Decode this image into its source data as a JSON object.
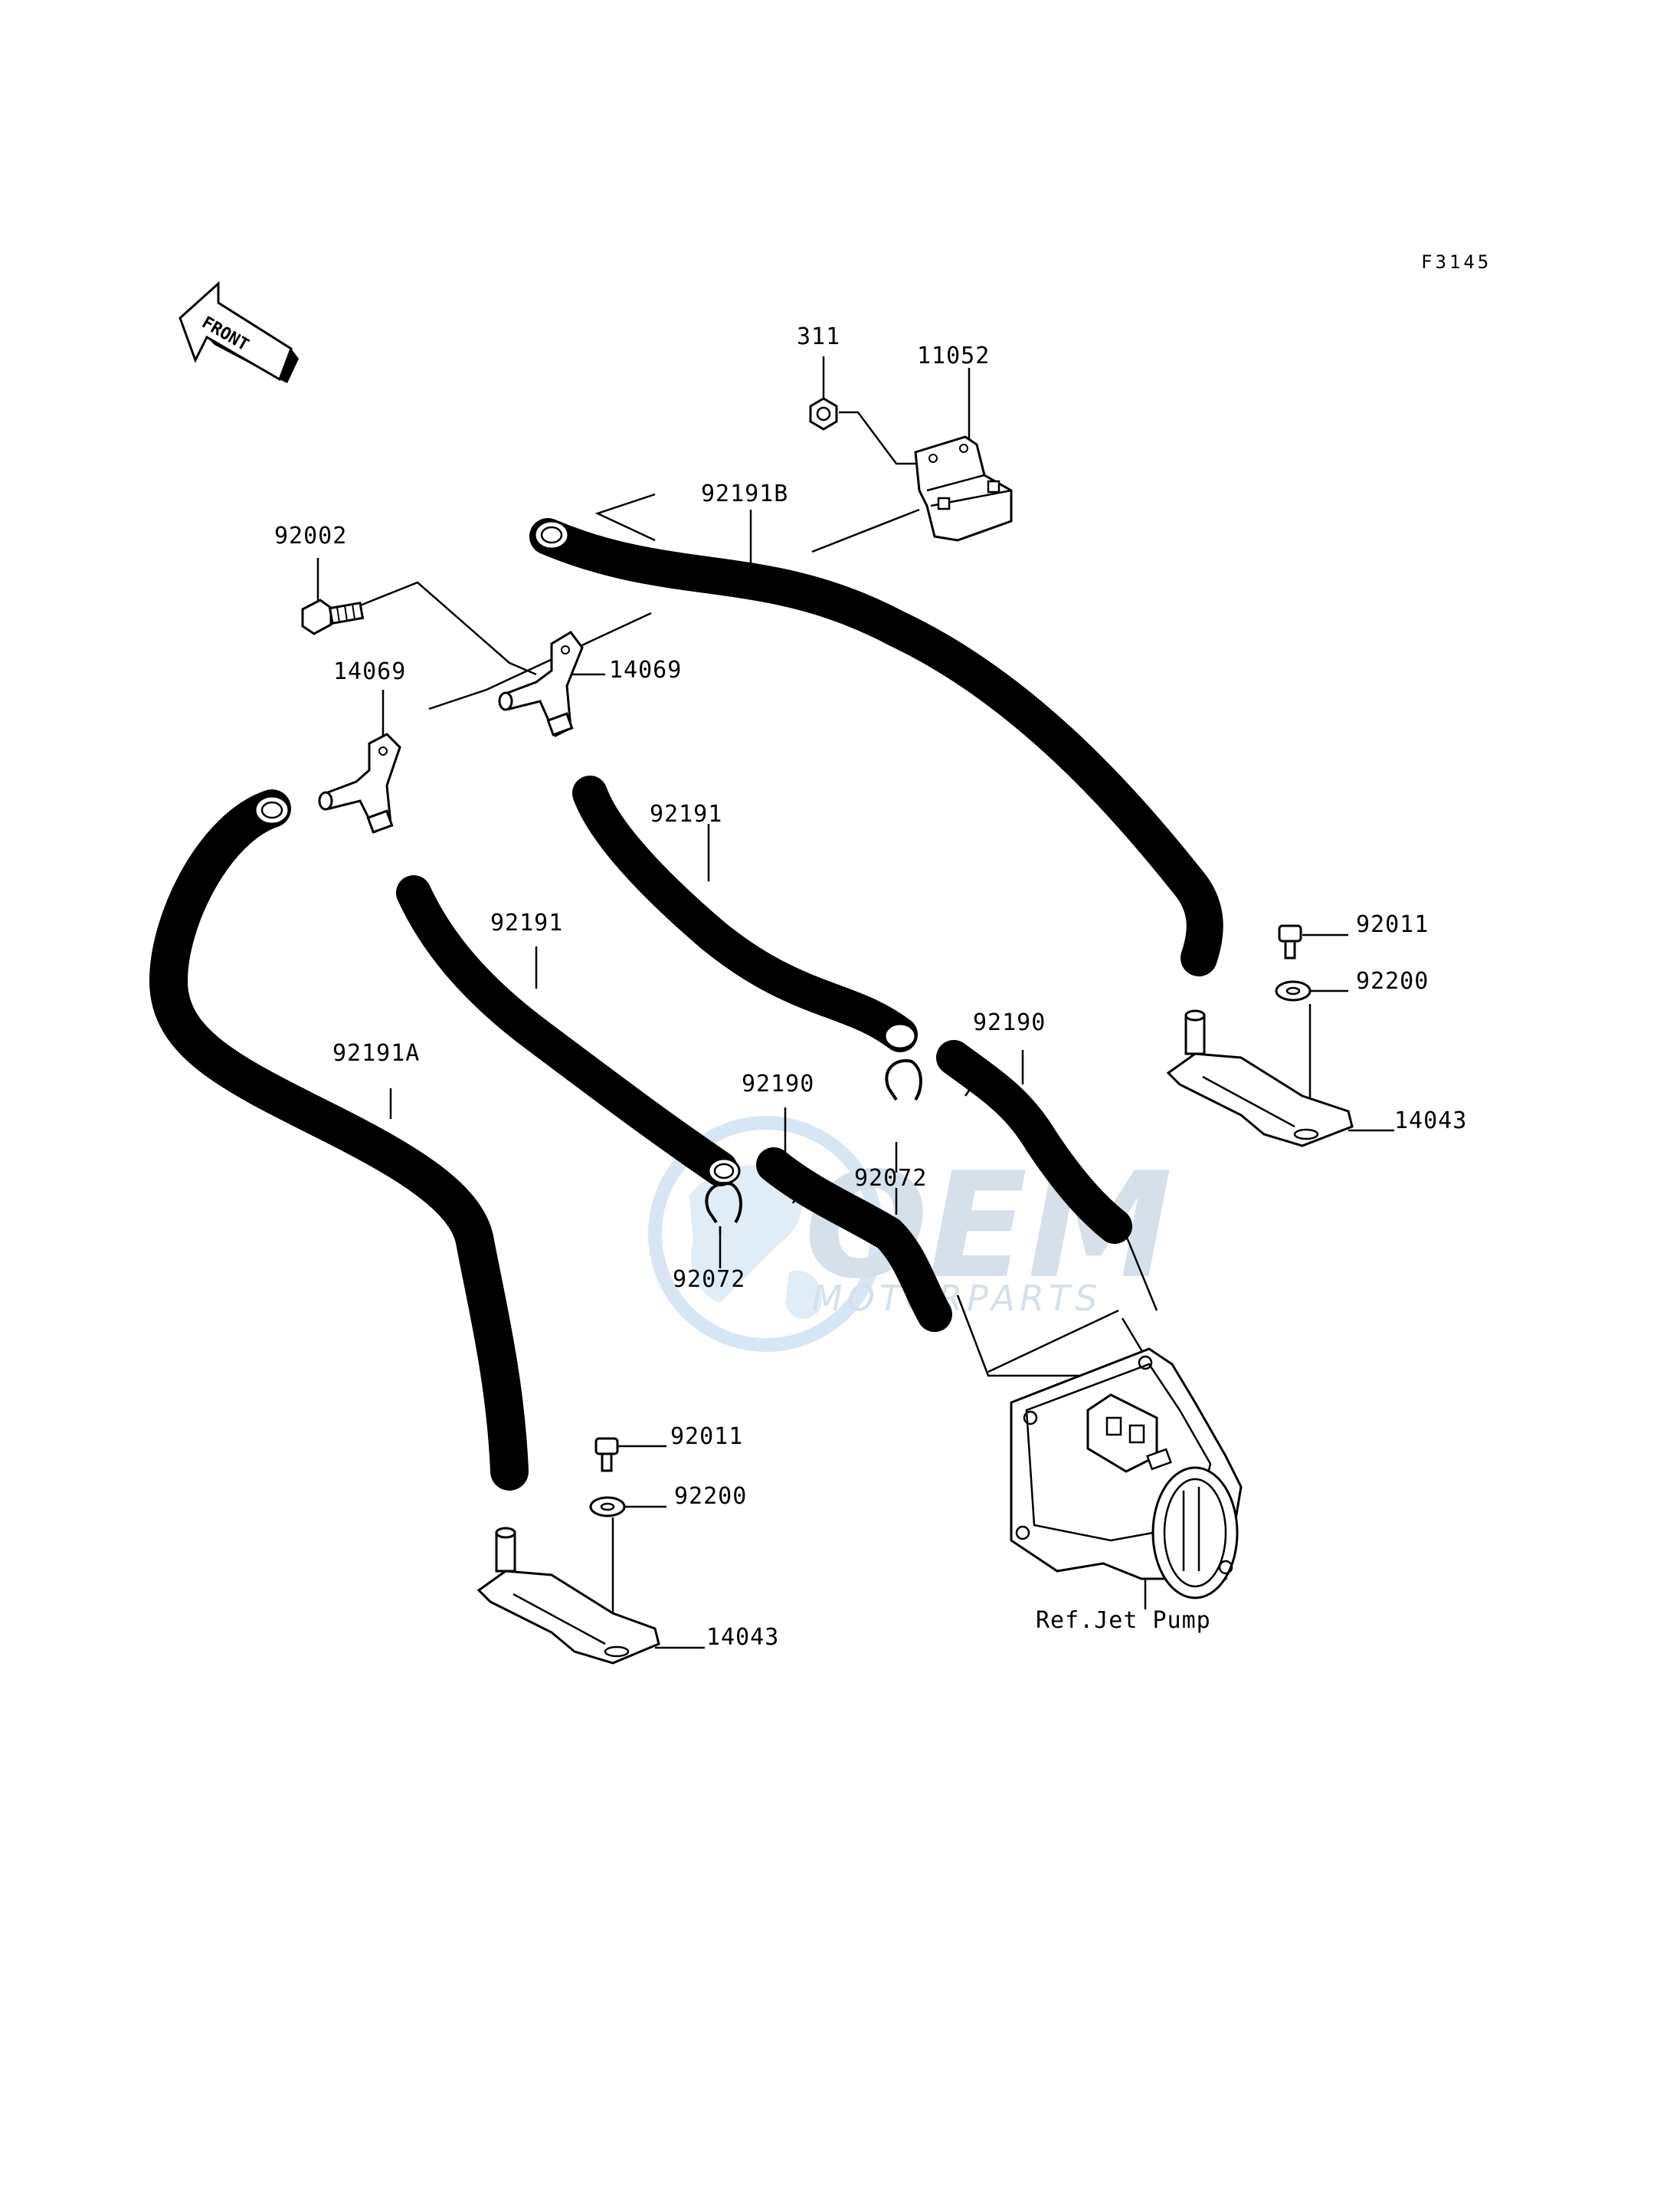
{
  "diagram_code": "F3145",
  "front_arrow": {
    "label": "FRONT",
    "icon": "front-direction-arrow-icon"
  },
  "watermark": {
    "brand": "OEM",
    "subtitle": "MOTORPARTS",
    "color": "#8fb8e0"
  },
  "callouts": {
    "p311": "311",
    "p11052": "11052",
    "p92191B": "92191B",
    "p92002": "92002",
    "p14069_left": "14069",
    "p14069_right": "14069",
    "p92191_upper": "92191",
    "p92191_lower": "92191",
    "p92191A": "92191A",
    "p92190_right": "92190",
    "p92190_center": "92190",
    "p92072_right": "92072",
    "p92072_left": "92072",
    "p92011_right": "92011",
    "p92200_right": "92200",
    "p14043_right": "14043",
    "p92011_left": "92011",
    "p92200_left": "92200",
    "p14043_left": "14043",
    "ref_jet_pump": "Ref.Jet Pump"
  }
}
